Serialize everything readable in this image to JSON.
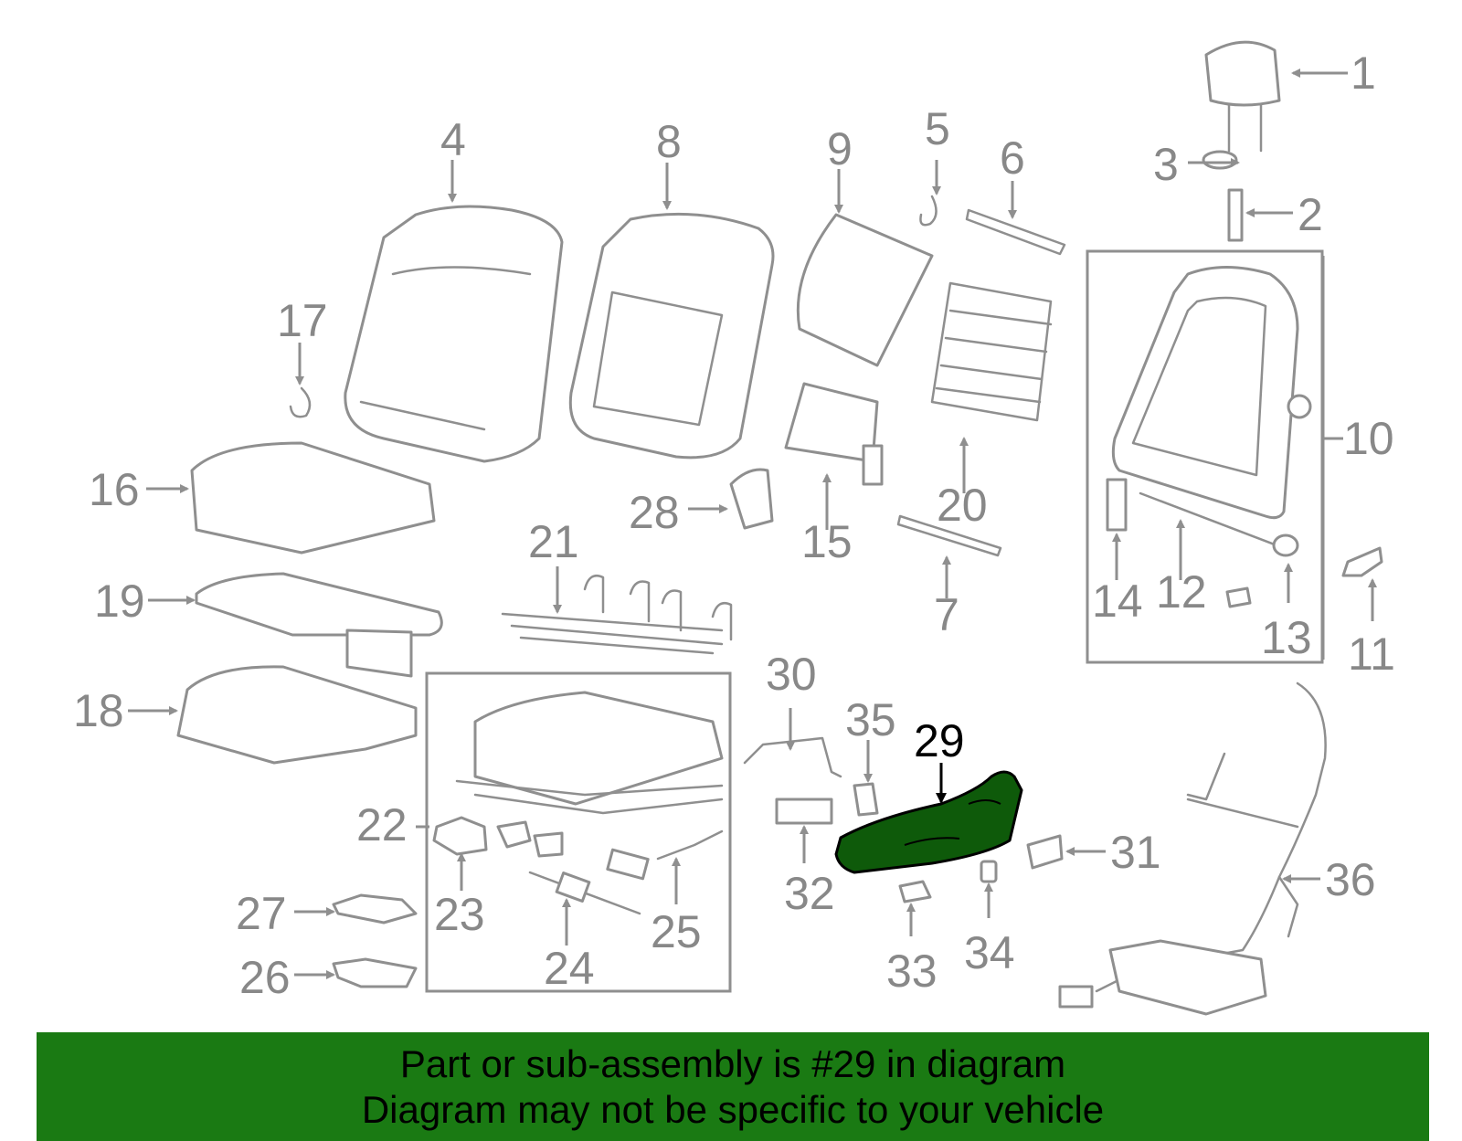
{
  "diagram": {
    "highlighted_part": "29",
    "part_numbers": [
      "1",
      "2",
      "3",
      "4",
      "5",
      "6",
      "7",
      "8",
      "9",
      "10",
      "11",
      "12",
      "13",
      "14",
      "15",
      "16",
      "17",
      "18",
      "19",
      "20",
      "21",
      "22",
      "23",
      "24",
      "25",
      "26",
      "27",
      "28",
      "29",
      "30",
      "31",
      "32",
      "33",
      "34",
      "35",
      "36"
    ],
    "colors": {
      "highlight": "#0e5a0a",
      "banner": "#1a7a13",
      "line": "#8f8f8f"
    }
  },
  "banner": {
    "line1": "Part or sub-assembly is #29 in diagram",
    "line2": "Diagram may not be specific to your vehicle"
  }
}
